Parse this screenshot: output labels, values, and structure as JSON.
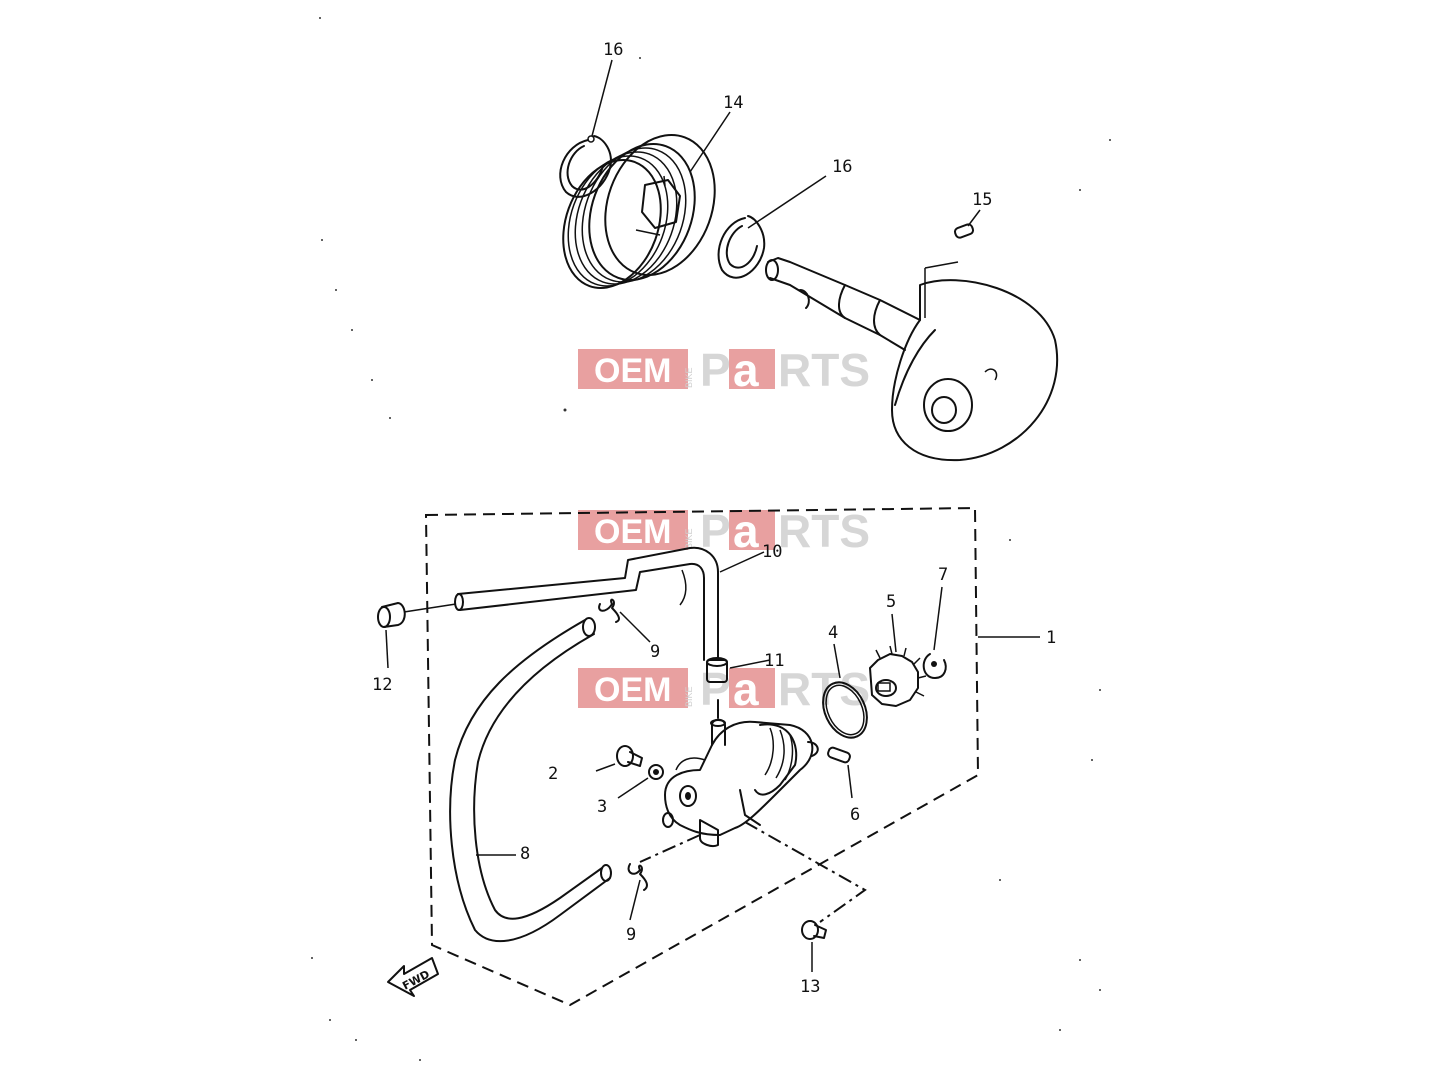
{
  "diagram": {
    "callouts": {
      "c16a": "16",
      "c14": "14",
      "c16b": "16",
      "c15": "15",
      "c10": "10",
      "c12": "12",
      "c9a": "9",
      "c11": "11",
      "c4": "4",
      "c5": "5",
      "c7": "7",
      "c1": "1",
      "c2": "2",
      "c3": "3",
      "c6": "6",
      "c8": "8",
      "c9b": "9",
      "c13": "13"
    },
    "direction_marker": "FWD"
  },
  "watermark": {
    "oem": "OEM",
    "bike": "BIKE",
    "p": "P",
    "a": "a",
    "rts": "RTS",
    "color_red": "#e8a0a0",
    "color_gray": "#d6d6d6"
  }
}
